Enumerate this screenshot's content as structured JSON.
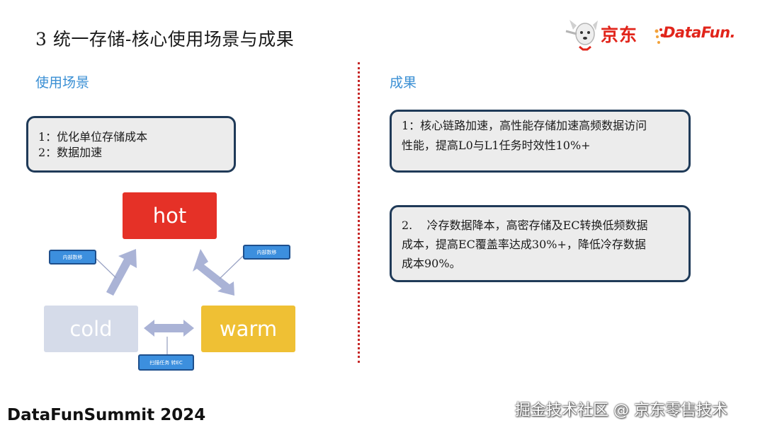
{
  "slide": {
    "title": "3 统一存储-核心使用场景与成果"
  },
  "logos": {
    "jd_text": "京东",
    "datafun_text": "DataFun."
  },
  "left": {
    "heading": "使用场景",
    "box_lines": [
      "1：优化单位存储成本",
      "2：数据加速"
    ],
    "diagram": {
      "hot": "hot",
      "cold": "cold",
      "warm": "warm",
      "tag_left": "内部数移",
      "tag_right": "内部数移",
      "tag_bottom": "扫描任务 转EC"
    }
  },
  "right": {
    "heading": "成果",
    "box1_lines": [
      "1：核心链路加速，高性能存储加速高频数据访问",
      "性能，提高L0与L1任务时效性10%+"
    ],
    "box2_lines": [
      "2.    冷存数据降本，高密存储及EC转换低频数据",
      "成本，提高EC覆盖率达成30%+，降低冷存数据",
      "成本90%。"
    ]
  },
  "footer": {
    "left": "DataFunSummit 2024",
    "right": "掘金技术社区 @ 京东零售技术"
  },
  "colors": {
    "accent_blue": "#3a8fd4",
    "hot": "#e53127",
    "cold": "#d5dbe9",
    "warm": "#efc034",
    "divider": "#c62828",
    "box_border": "#1f3a58",
    "brand_red": "#e1251b"
  }
}
